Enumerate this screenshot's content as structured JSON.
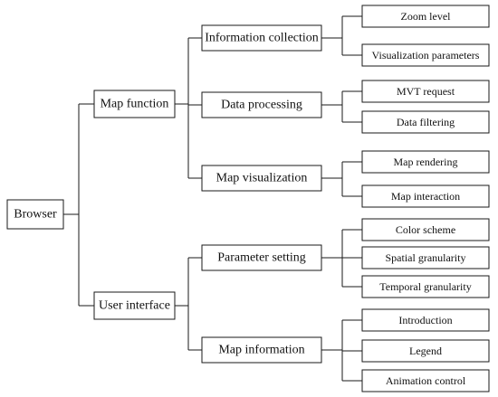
{
  "diagram": {
    "root": {
      "id": "browser",
      "label": "Browser"
    },
    "level1": [
      {
        "id": "map-function",
        "label": "Map function"
      },
      {
        "id": "user-interface",
        "label": "User interface"
      }
    ],
    "level2": [
      {
        "id": "information-collection",
        "label": "Information collection",
        "parent": "map-function"
      },
      {
        "id": "data-processing",
        "label": "Data processing",
        "parent": "map-function"
      },
      {
        "id": "map-visualization",
        "label": "Map visualization",
        "parent": "map-function"
      },
      {
        "id": "parameter-setting",
        "label": "Parameter setting",
        "parent": "user-interface"
      },
      {
        "id": "map-information",
        "label": "Map information",
        "parent": "user-interface"
      }
    ],
    "level3": [
      {
        "id": "zoom-level",
        "label": "Zoom level",
        "parent": "information-collection"
      },
      {
        "id": "visualization-parameters",
        "label": "Visualization parameters",
        "parent": "information-collection"
      },
      {
        "id": "mvt-request",
        "label": "MVT request",
        "parent": "data-processing"
      },
      {
        "id": "data-filtering",
        "label": "Data filtering",
        "parent": "data-processing"
      },
      {
        "id": "map-rendering",
        "label": "Map rendering",
        "parent": "map-visualization"
      },
      {
        "id": "map-interaction",
        "label": "Map interaction",
        "parent": "map-visualization"
      },
      {
        "id": "color-scheme",
        "label": "Color scheme",
        "parent": "parameter-setting"
      },
      {
        "id": "spatial-granularity",
        "label": "Spatial granularity",
        "parent": "parameter-setting"
      },
      {
        "id": "temporal-granularity",
        "label": "Temporal granularity",
        "parent": "parameter-setting"
      },
      {
        "id": "introduction",
        "label": "Introduction",
        "parent": "map-information"
      },
      {
        "id": "legend",
        "label": "Legend",
        "parent": "map-information"
      },
      {
        "id": "animation-control",
        "label": "Animation control",
        "parent": "map-information"
      }
    ]
  }
}
